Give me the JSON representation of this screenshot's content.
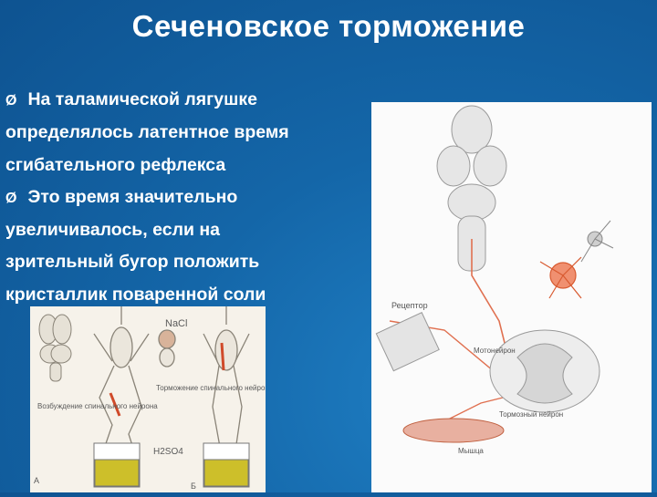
{
  "slide": {
    "title": "Сеченовское торможение",
    "bullets": [
      {
        "marker": "Ø",
        "lines": [
          "На таламической лягушке",
          "определялось латентное время",
          "сгибательного рефлекса"
        ]
      },
      {
        "marker": "Ø",
        "lines": [
          "Это время значительно",
          "увеличивалось, если на",
          "зрительный бугор положить",
          "кристаллик поваренной соли"
        ]
      }
    ]
  },
  "left_figure": {
    "label_nacl": "NaCl",
    "label_h2so4": "H2SO4",
    "label_excitation": "Возбуждение спинального нейрона",
    "label_inhibition": "Торможение спинального нейрона",
    "label_a": "А",
    "label_b": "Б"
  },
  "right_figure": {
    "label_receptor": "Рецептор",
    "label_muscle": "Мышца",
    "label_motoneuron": "Мотонейрон",
    "label_inhibitory_neuron": "Тормозный нейрон"
  }
}
